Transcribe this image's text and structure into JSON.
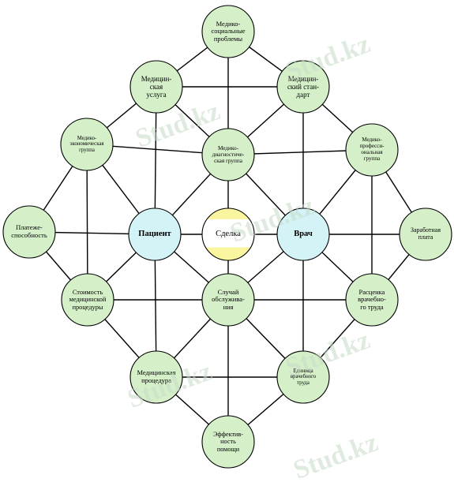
{
  "colors": {
    "node_green": "#d5f0c9",
    "node_blue": "#d3f3f7",
    "deal_band": "#faf6a0",
    "line": "#000000"
  },
  "watermark": "Stud.kz",
  "nodes": [
    {
      "id": "medsoc",
      "label": "Медико-\nсоциальные\nпроблемы",
      "kind": "green"
    },
    {
      "id": "medusl",
      "label": "Медицин-\nская\nуслуга",
      "kind": "green"
    },
    {
      "id": "medstd",
      "label": "Медицин-\nский стан-\nдарт",
      "kind": "green"
    },
    {
      "id": "medeco",
      "label": "Медико-\nэкономическая\nгруппа",
      "kind": "green"
    },
    {
      "id": "meddiag",
      "label": "Медико-\nдиагностиче-\nская группа",
      "kind": "green"
    },
    {
      "id": "medprof",
      "label": "Медико-\nпрофесси-\nональная\nгруппа",
      "kind": "green"
    },
    {
      "id": "platezh",
      "label": "Платеже-\nспособность",
      "kind": "green"
    },
    {
      "id": "patient",
      "label": "Пациент",
      "kind": "blue"
    },
    {
      "id": "deal",
      "label": "Сделка",
      "kind": "deal"
    },
    {
      "id": "doctor",
      "label": "Врач",
      "kind": "blue"
    },
    {
      "id": "salary",
      "label": "Заработная\nплата",
      "kind": "green"
    },
    {
      "id": "cost",
      "label": "Стоимость\nмедицинской\nпроцедуры",
      "kind": "green"
    },
    {
      "id": "case",
      "label": "Случай\nобслужива-\nния",
      "kind": "green"
    },
    {
      "id": "rate",
      "label": "Расценка\nврачебно-\nго труда",
      "kind": "green"
    },
    {
      "id": "medproc",
      "label": "Медицинская\nпроцедура",
      "kind": "green"
    },
    {
      "id": "unit",
      "label": "Единица\nврачебного\nтруда",
      "kind": "green"
    },
    {
      "id": "effect",
      "label": "Эффектив-\nность\nпомощи",
      "kind": "green"
    }
  ],
  "edges": [
    [
      "medsoc",
      "medusl"
    ],
    [
      "medsoc",
      "medstd"
    ],
    [
      "medsoc",
      "meddiag"
    ],
    [
      "medusl",
      "medstd"
    ],
    [
      "medusl",
      "medeco"
    ],
    [
      "medusl",
      "meddiag"
    ],
    [
      "medusl",
      "patient"
    ],
    [
      "medstd",
      "meddiag"
    ],
    [
      "medstd",
      "medprof"
    ],
    [
      "medstd",
      "doctor"
    ],
    [
      "medeco",
      "meddiag"
    ],
    [
      "medeco",
      "platezh"
    ],
    [
      "medeco",
      "patient"
    ],
    [
      "medeco",
      "cost"
    ],
    [
      "meddiag",
      "medprof"
    ],
    [
      "meddiag",
      "patient"
    ],
    [
      "meddiag",
      "deal"
    ],
    [
      "meddiag",
      "doctor"
    ],
    [
      "medprof",
      "doctor"
    ],
    [
      "medprof",
      "salary"
    ],
    [
      "medprof",
      "rate"
    ],
    [
      "platezh",
      "patient"
    ],
    [
      "platezh",
      "cost"
    ],
    [
      "patient",
      "deal"
    ],
    [
      "patient",
      "cost"
    ],
    [
      "patient",
      "case"
    ],
    [
      "patient",
      "medproc"
    ],
    [
      "deal",
      "doctor"
    ],
    [
      "deal",
      "case"
    ],
    [
      "doctor",
      "salary"
    ],
    [
      "doctor",
      "case"
    ],
    [
      "doctor",
      "rate"
    ],
    [
      "doctor",
      "unit"
    ],
    [
      "salary",
      "rate"
    ],
    [
      "cost",
      "case"
    ],
    [
      "cost",
      "medproc"
    ],
    [
      "case",
      "rate"
    ],
    [
      "case",
      "medproc"
    ],
    [
      "case",
      "unit"
    ],
    [
      "case",
      "effect"
    ],
    [
      "rate",
      "unit"
    ],
    [
      "medproc",
      "unit"
    ],
    [
      "medproc",
      "effect"
    ],
    [
      "unit",
      "effect"
    ]
  ]
}
